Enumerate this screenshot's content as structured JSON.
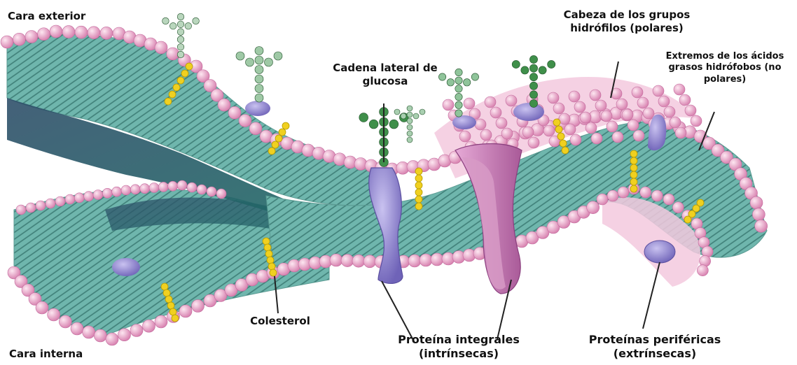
{
  "labels": {
    "outer_face": "Cara exterior",
    "inner_face": "Cara interna",
    "glucose_chain_l1": "Cadena lateral de",
    "glucose_chain_l2": "glucosa",
    "heads_l1": "Cabeza de los grupos",
    "heads_l2": "hidrófilos (polares)",
    "tails_l1": "Extremos de los ácidos",
    "tails_l2": "grasos hidrófobos (no",
    "tails_l3": "polares)",
    "cholesterol": "Colesterol",
    "integral_l1": "Proteína integrales",
    "integral_l2": "(intrínsecas)",
    "peripheral_l1": "Proteínas periféricas",
    "peripheral_l2": "(extrínsecas)"
  },
  "colors": {
    "head_pink": "#e8a3c9",
    "tail_teal": "#6fb6ad",
    "cholesterol": "#f0d020",
    "protein_purple": "#9a8fd0",
    "channel_magenta": "#c97fb8",
    "glycan_green": "#3f8f4a"
  }
}
